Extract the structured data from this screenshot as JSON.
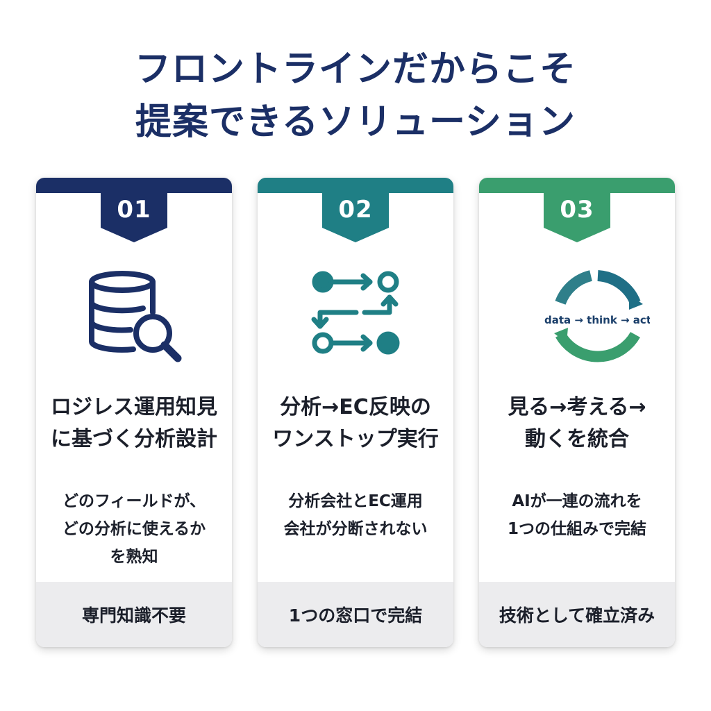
{
  "title": {
    "line1": "フロントラインだからこそ",
    "line2": "提案できるソリューション"
  },
  "colors": {
    "navy": "#1b2f66",
    "teal": "#1f7f85",
    "green": "#3a9e6e"
  },
  "cards": [
    {
      "number": "01",
      "icon": "database-search-icon",
      "heading": [
        "ロジレス運用知見",
        "に基づく分析設計"
      ],
      "description": [
        "どのフィールドが、",
        "どの分析に使えるか",
        "を熟知"
      ],
      "footer": "専門知識不要"
    },
    {
      "number": "02",
      "icon": "workflow-arrows-icon",
      "heading": [
        "分析→EC反映の",
        "ワンストップ実行"
      ],
      "description": [
        "分析会社とEC運用",
        "会社が分断されない"
      ],
      "footer": "1つの窓口で完結"
    },
    {
      "number": "03",
      "icon": "cycle-icon",
      "cycle_label": "data → think → act",
      "heading": [
        "見る→考える→",
        "動くを統合"
      ],
      "description": [
        "AIが一連の流れを",
        "1つの仕組みで完結"
      ],
      "footer": "技術として確立済み"
    }
  ]
}
